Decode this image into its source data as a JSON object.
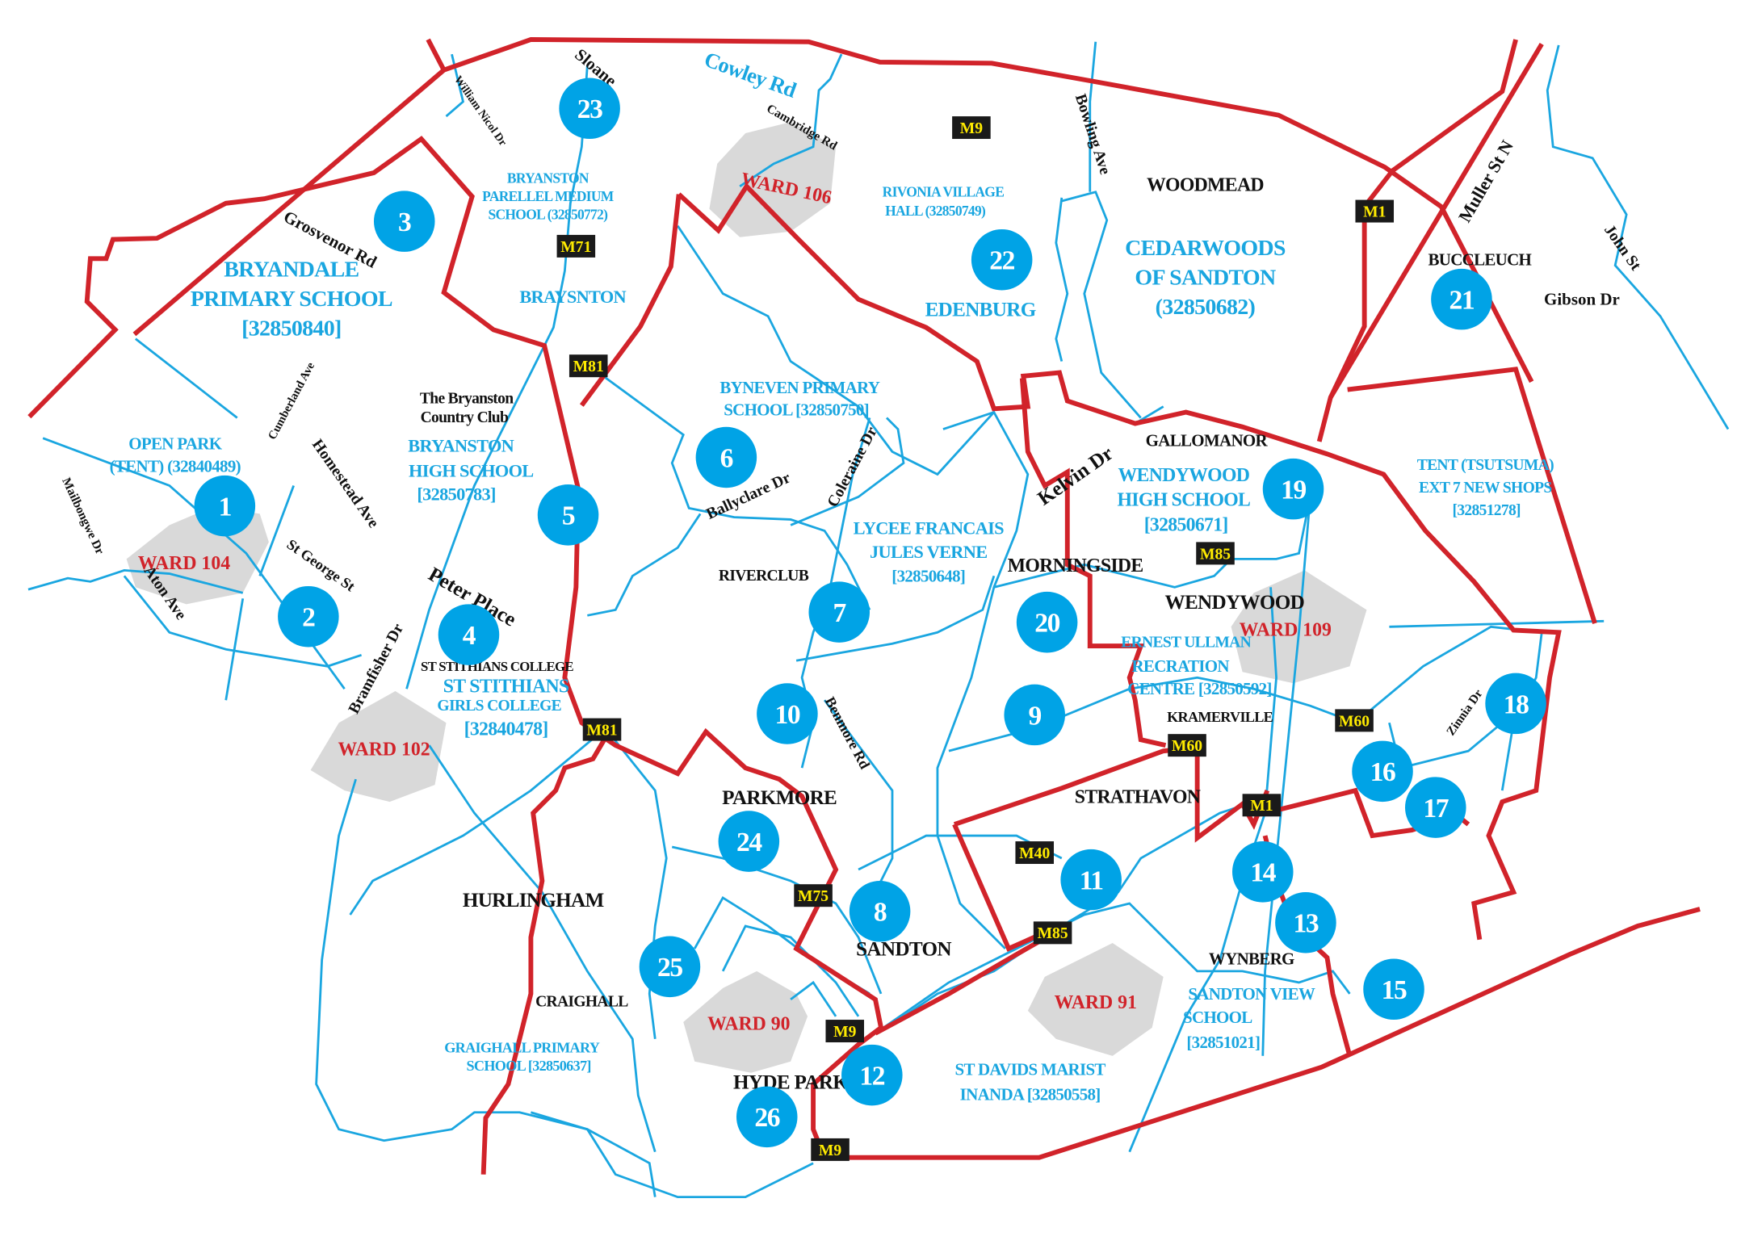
{
  "map": {
    "markers": [
      "1",
      "2",
      "3",
      "4",
      "5",
      "6",
      "7",
      "8",
      "9",
      "10",
      "11",
      "12",
      "13",
      "14",
      "15",
      "16",
      "17",
      "18",
      "19",
      "20",
      "21",
      "22",
      "23",
      "24",
      "25",
      "26"
    ],
    "wards": [
      "WARD 104",
      "WARD 102",
      "WARD 106",
      "WARD 109",
      "WARD 90",
      "WARD 91"
    ],
    "routes": [
      "M9",
      "M71",
      "M81",
      "M81",
      "M1",
      "M85",
      "M60",
      "M60",
      "M1",
      "M40",
      "M75",
      "M85",
      "M9",
      "M9"
    ],
    "areas": [
      "WOODMEAD",
      "BUCCLEUCH",
      "GALLOMANOR",
      "MORNINGSIDE",
      "WENDYWOOD",
      "RIVERCLUB",
      "KRAMERVILLE",
      "STRATHAVON",
      "PARKMORE",
      "HURLINGHAM",
      "SANDTON",
      "WYNBERG",
      "CRAIGHALL",
      "HYDE PARK",
      "ST STITHIANS COLLEGE"
    ],
    "club": [
      "The Bryanston",
      "Country Club"
    ],
    "blue_areas": [
      "BRAYSNTON",
      "EDENBURG"
    ],
    "streets": [
      "Sloane",
      "William Nicol Dr",
      "Cowley Rd",
      "Cambridge Rd",
      "Grosvenor Rd",
      "Bowling Ave",
      "Muller St N",
      "John St",
      "Gibson Dr",
      "Cumberland Ave",
      "Homestead Ave",
      "Mailbongwe Dr",
      "Aton Ave",
      "St George St",
      "Peter Place",
      "Bramfisher Dr",
      "Ballyclare Dr",
      "Coleraine Dr",
      "Kelvin Dr",
      "Benmore Rd",
      "Zinnia Dr"
    ],
    "venues": [
      {
        "lines": [
          "BRYANDALE",
          "PRIMARY SCHOOL",
          "[32850840]"
        ]
      },
      {
        "lines": [
          "BRYANSTON",
          "PARELLEL MEDIUM",
          "SCHOOL (32850772)"
        ]
      },
      {
        "lines": [
          "RIVONIA VILLAGE",
          "HALL (32850749)"
        ]
      },
      {
        "lines": [
          "CEDARWOODS",
          "OF SANDTON",
          "(32850682)"
        ]
      },
      {
        "lines": [
          "BYNEVEN PRIMARY",
          "SCHOOL [32850750]"
        ]
      },
      {
        "lines": [
          "OPEN PARK",
          "(TENT) (32840489)"
        ]
      },
      {
        "lines": [
          "BRYANSTON",
          "HIGH SCHOOL",
          "[32850783]"
        ]
      },
      {
        "lines": [
          "LYCEE FRANCAIS",
          "JULES VERNE",
          "[32850648]"
        ]
      },
      {
        "lines": [
          "WENDYWOOD",
          "HIGH SCHOOL",
          "[32850671]"
        ]
      },
      {
        "lines": [
          "TENT (TSUTSUMA)",
          "EXT 7 NEW SHOPS",
          "[32851278]"
        ]
      },
      {
        "lines": [
          "ST STITHIANS",
          "GIRLS COLLEGE",
          "[32840478]"
        ]
      },
      {
        "lines": [
          "ERNEST ULLMAN",
          "RECRATION",
          "CENTRE [32850592]"
        ]
      },
      {
        "lines": [
          "GRAIGHALL PRIMARY",
          "SCHOOL [32850637]"
        ]
      },
      {
        "lines": [
          "SANDTON VIEW",
          "SCHOOL",
          "[32851021]"
        ]
      },
      {
        "lines": [
          "ST DAVIDS MARIST",
          "INANDA [32850558]"
        ]
      }
    ],
    "colors": {
      "marker": "#00a3e6",
      "boundary": "#d1232a",
      "road": "#1aa6e0",
      "ward_area": "#d9d9d9",
      "route_text": "#ffeb00"
    }
  }
}
